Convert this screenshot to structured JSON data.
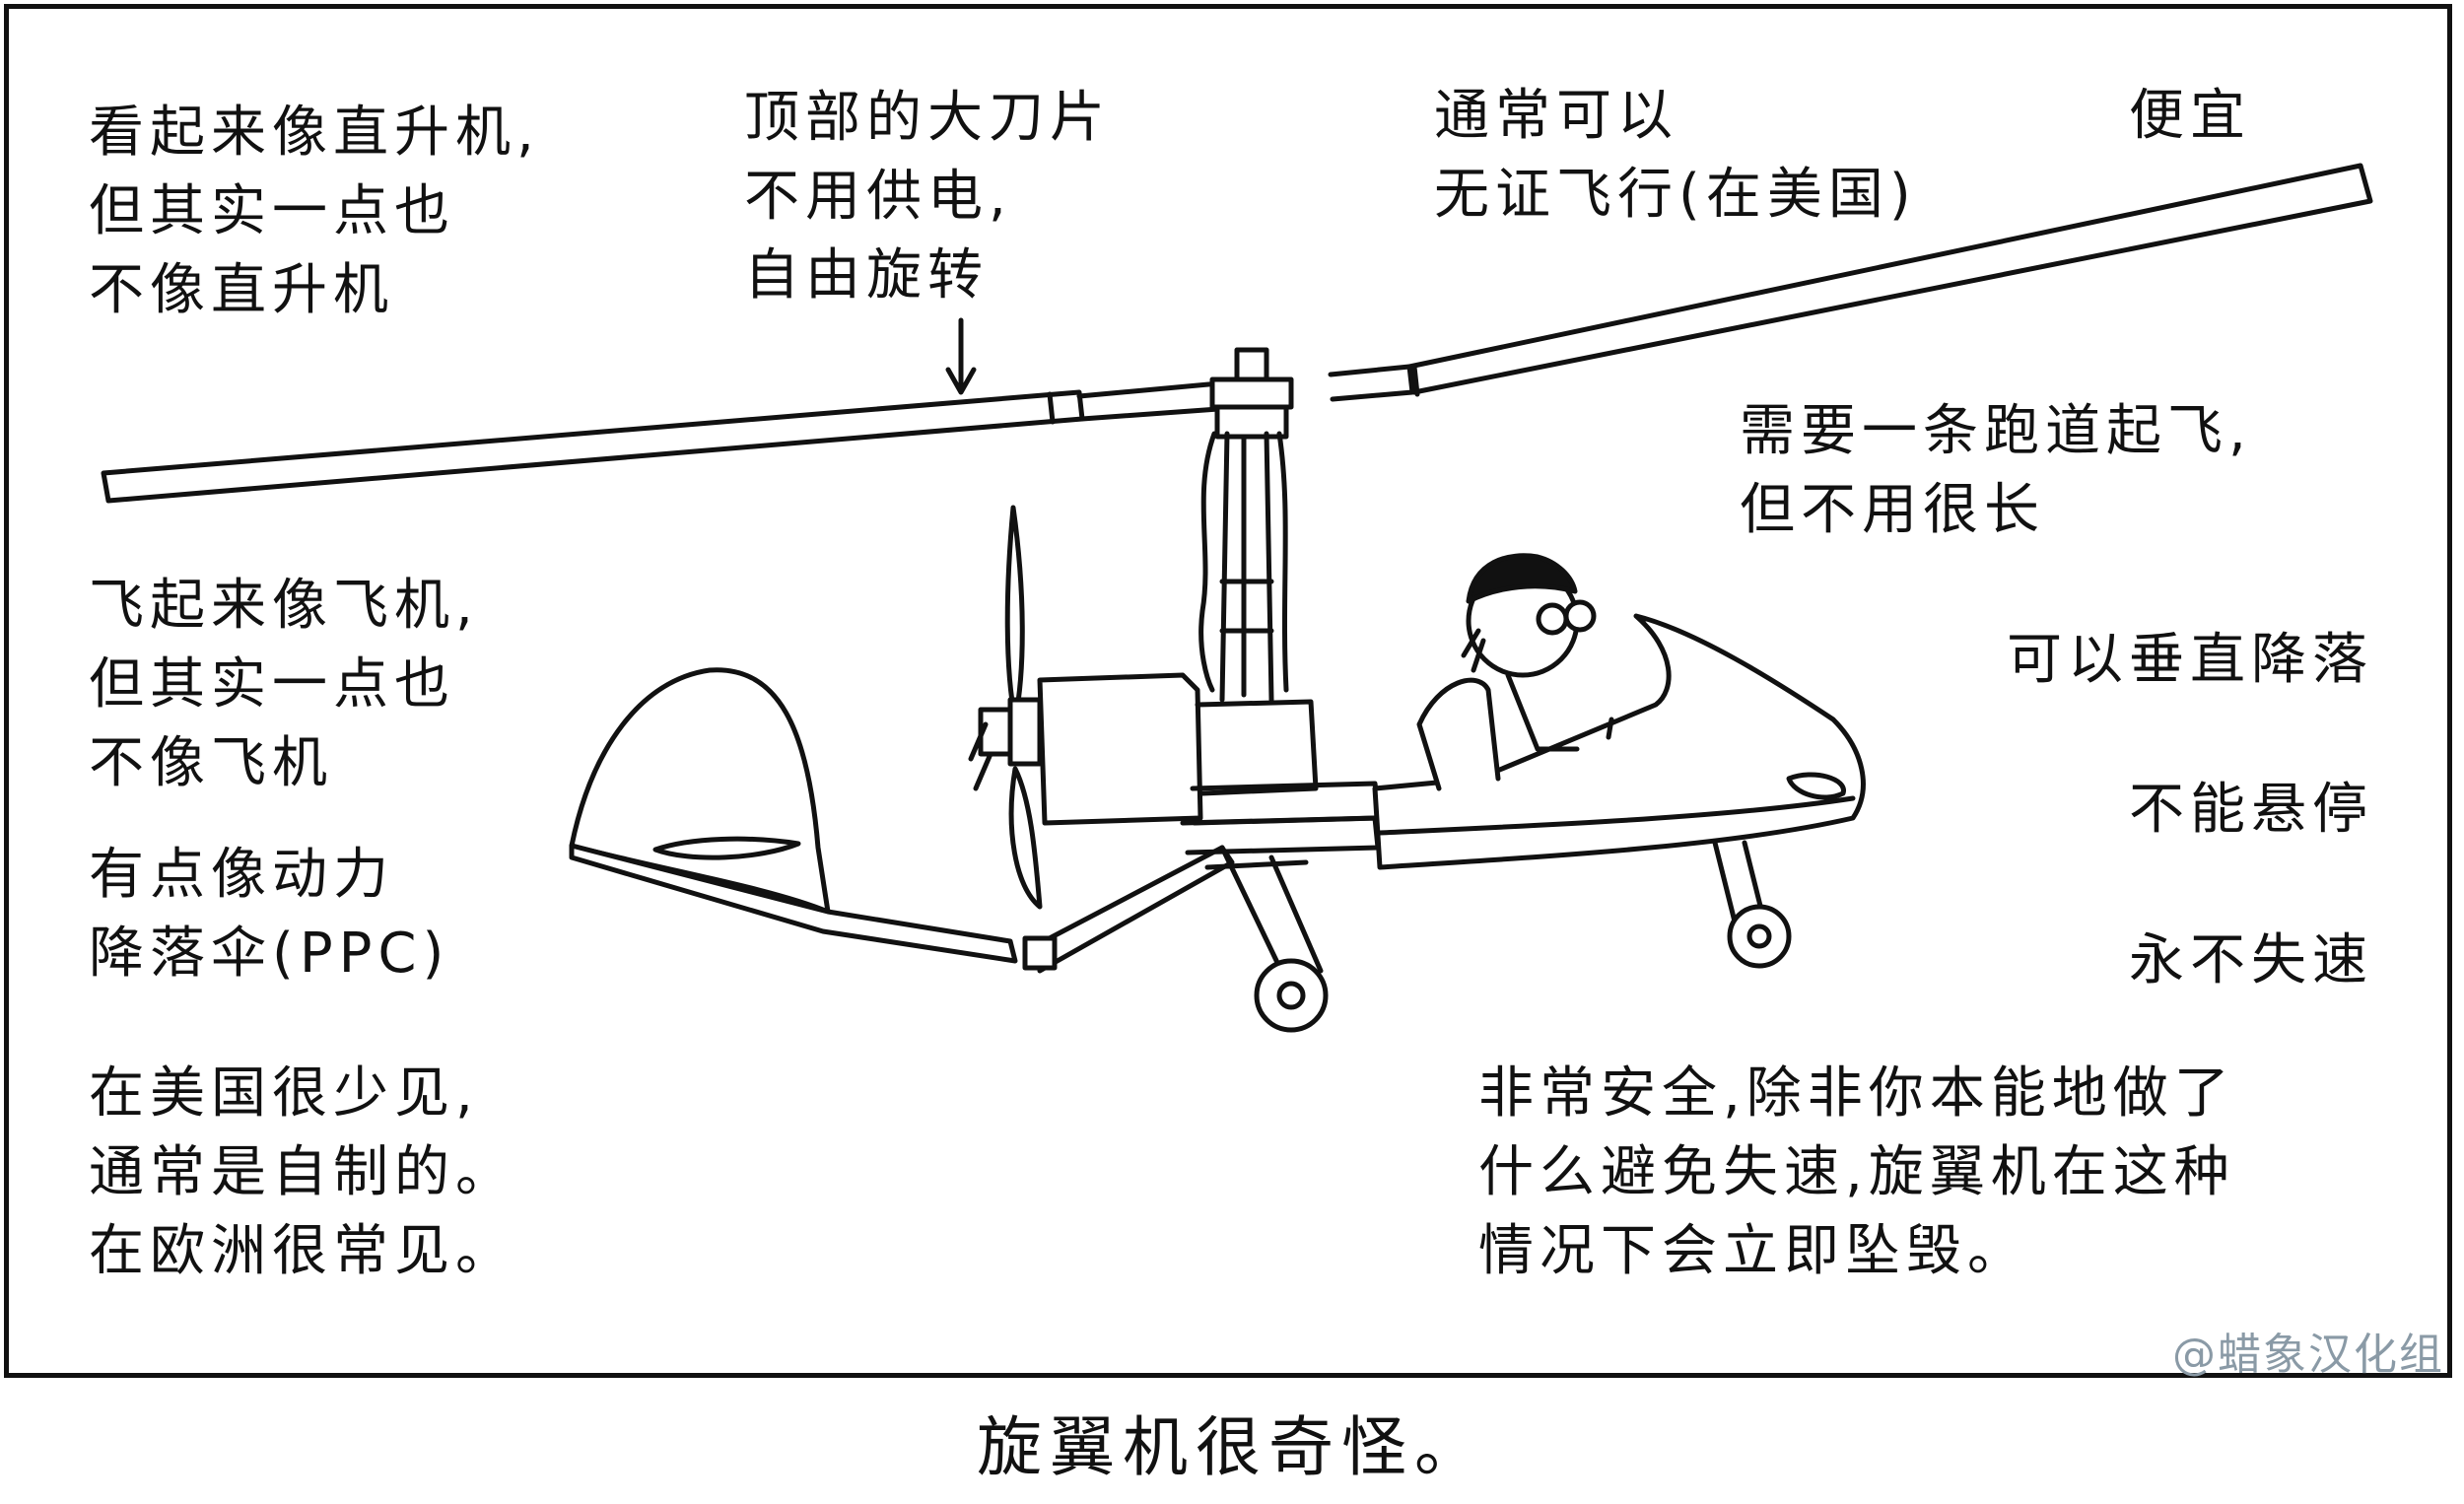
{
  "annotations": {
    "helicopter_look": "看起来像直升机,\n但其实一点也\n不像直升机",
    "rotor_blades": "顶部的大刀片\n不用供电,\n自由旋转",
    "unlicensed": "通常可以\n无证飞行(在美国)",
    "cheap": "便宜",
    "runway": "需要一条跑道起飞,\n但不用很长",
    "plane_fly": "飞起来像飞机,\n但其实一点也\n不像飞机",
    "vertical_landing": "可以垂直降落",
    "ppc": "有点像动力\n降落伞(PPC)",
    "no_hover": "不能悬停",
    "never_stall": "永不失速",
    "rare_us": "在美国很少见,\n通常是自制的。\n在欧洲很常见。",
    "safety": "非常安全,除非你本能地做了\n什么避免失速,旋翼机在这种\n情况下会立即坠毁。"
  },
  "watermark": "@蜡象汉化组",
  "caption": "旋翼机很奇怪。"
}
